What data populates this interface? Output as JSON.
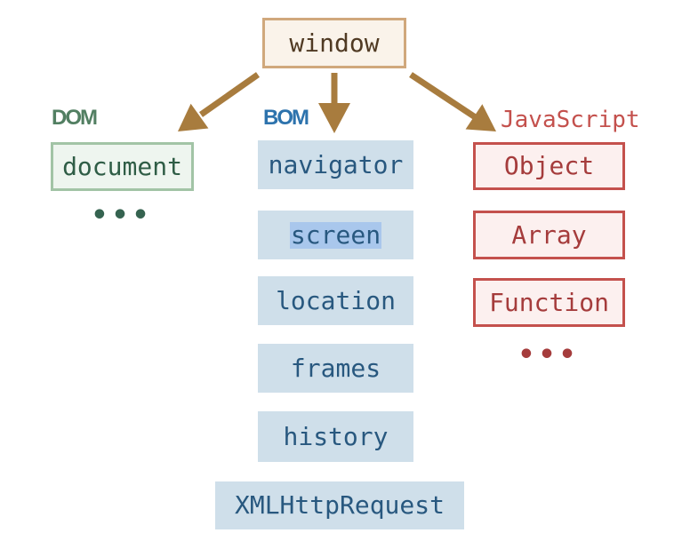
{
  "diagram": {
    "title_semantics": "window object hierarchy",
    "root": {
      "label": "window"
    },
    "dom": {
      "label": "DOM",
      "items": [
        "document"
      ],
      "ellipsis": "•••"
    },
    "bom": {
      "label": "BOM",
      "items": [
        "navigator",
        "screen",
        "location",
        "frames",
        "history",
        "XMLHttpRequest"
      ],
      "highlighted_item": "screen"
    },
    "js": {
      "label": "JavaScript",
      "items": [
        "Object",
        "Array",
        "Function"
      ],
      "ellipsis": "•••"
    },
    "colors": {
      "arrow_brown": "#a87c3e",
      "window_border": "#d0a87c",
      "window_fill": "#faf3ea",
      "window_text": "#503a23",
      "dom_label_green": "#527f62",
      "dom_box_border": "#a2c4a6",
      "dom_box_fill": "#eef5ef",
      "dom_text": "#2f5d46",
      "bom_label_blue": "#2d73ad",
      "bom_box_fill": "#cfdfea",
      "bom_text": "#28587f",
      "screen_highlight": "#a9c7ec",
      "js_red": "#c4514d",
      "js_box_fill": "#fcf0ef",
      "js_text": "#a53c3c"
    }
  }
}
